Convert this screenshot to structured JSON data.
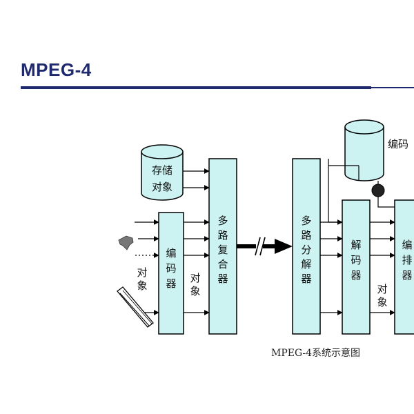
{
  "title": "MPEG-4",
  "diagram": {
    "storage_label_line1": "存储",
    "storage_label_line2": "对象",
    "encoder_label": "编码器",
    "objects_left_label": "对象",
    "objects_mid_label": "对象",
    "mux_label": "多路复合器",
    "demux_label": "多路分解器",
    "decoder_label": "解码器",
    "objects_right_label": "对象",
    "compositor_label": "编排器",
    "top_right_label": "编码",
    "caption": "MPEG-4系统示意图"
  },
  "colors": {
    "title": "#1f2a6e",
    "box_fill": "#ccf2f2",
    "line": "#000000"
  }
}
